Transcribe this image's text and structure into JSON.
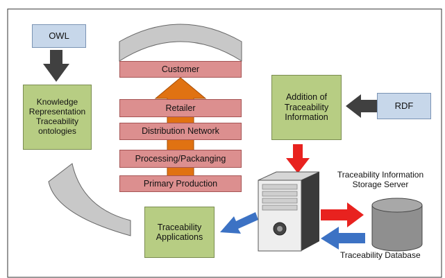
{
  "nodes": {
    "owl": "OWL",
    "rdf": "RDF",
    "knowledge": [
      "Knowledge",
      "Representation",
      "Traceability",
      "ontologies"
    ],
    "addition": [
      "Addition of",
      "Traceability",
      "Information"
    ],
    "applications": [
      "Traceability",
      "Applications"
    ],
    "chain": {
      "customer": "Customer",
      "retailer": "Retailer",
      "distribution": "Distribution Network",
      "processing": "Processing/Packanging",
      "primary": "Primary Production"
    }
  },
  "labels": {
    "server": [
      "Traceability Information",
      "Storage Server"
    ],
    "database": "Traceability Database"
  },
  "colors": {
    "blue_box": "#c7d7ea",
    "green_box": "#b7cd83",
    "pink_box": "#dc8f8f",
    "orange_arrow": "#e07212",
    "red_arrow": "#e8221f",
    "blue_arrow": "#3c72c4",
    "dark_arrow": "#404040",
    "gray_shape": "#c8c8c8"
  }
}
